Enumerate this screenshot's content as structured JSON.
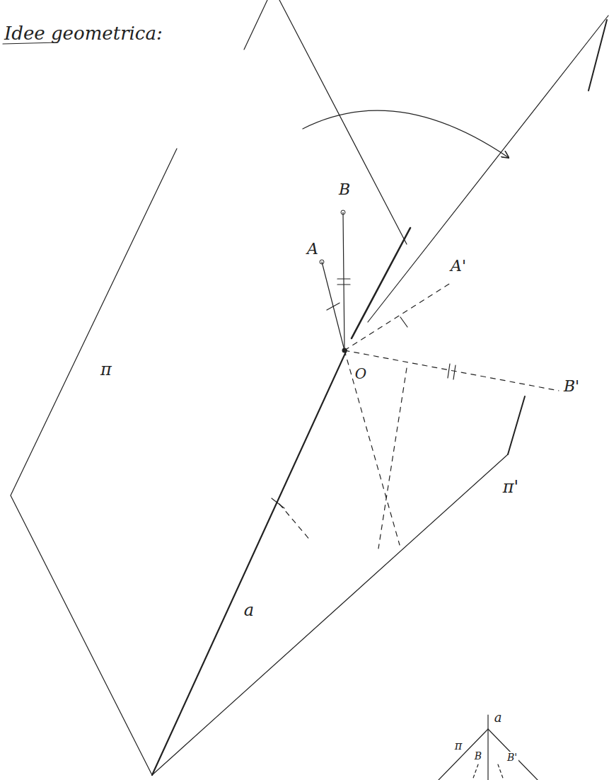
{
  "diagram": {
    "title": "Idee geometrica:",
    "labels": [
      "B",
      "A",
      "O",
      "π",
      "a",
      "A'",
      "B'",
      "π'",
      "a",
      "π",
      "B",
      "B'"
    ]
  }
}
